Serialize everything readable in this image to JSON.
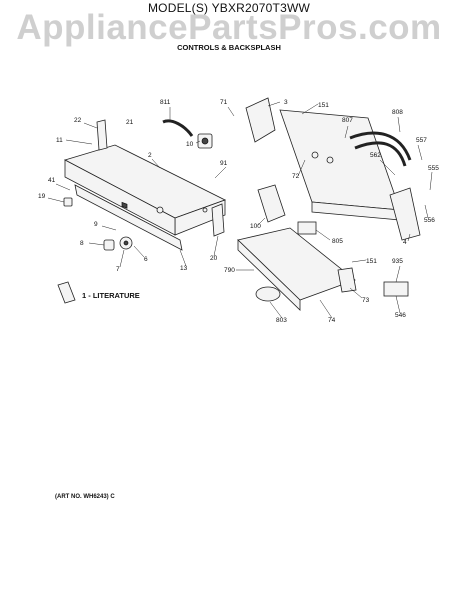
{
  "header": {
    "model": "MODEL(S) YBXR2070T3WW",
    "watermark": "AppliancePartsPros.com",
    "section": "CONTROLS & BACKSPLASH"
  },
  "footer": {
    "art_number": "(ART NO. WH6243) C"
  },
  "literature_label": "1 - LITERATURE",
  "callouts": {
    "c811": "811",
    "c71": "71",
    "c3": "3",
    "c151a": "151",
    "c807": "807",
    "c808": "808",
    "c22": "22",
    "c21": "21",
    "c2": "2",
    "c10": "10",
    "c11": "11",
    "c557": "557",
    "c562": "562",
    "c72": "72",
    "c91": "91",
    "c555": "555",
    "c41": "41",
    "c19": "19",
    "c556": "556",
    "c100": "100",
    "c9": "9",
    "c805": "805",
    "c4": "4",
    "c8": "8",
    "c6": "6",
    "c7": "7",
    "c13": "13",
    "c20": "20",
    "c151b": "151",
    "c935": "935",
    "c790": "790",
    "c73": "73",
    "c546": "546",
    "c803": "803",
    "c74": "74"
  }
}
